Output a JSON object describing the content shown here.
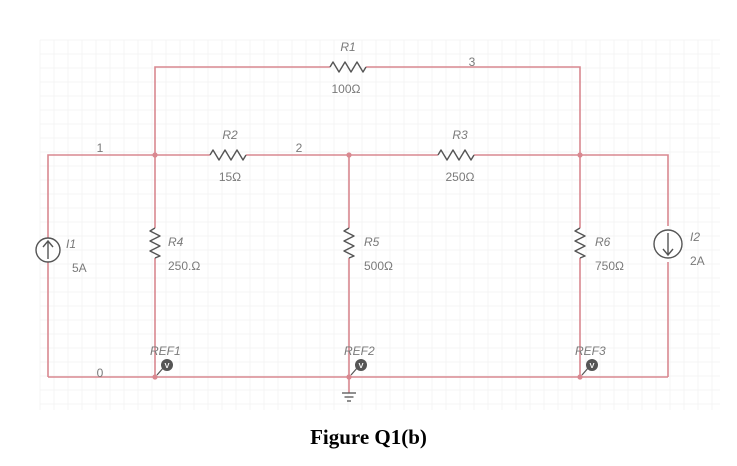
{
  "caption": "Figure Q1(b)",
  "colors": {
    "wire": "#d98890",
    "component": "#555555",
    "label": "#7a7a7a",
    "grid": "#eeeeee",
    "probe": "#555555"
  },
  "nodes": {
    "n0": "0",
    "n1": "1",
    "n2": "2",
    "n3": "3"
  },
  "resistors": {
    "R1": {
      "name": "R1",
      "value": "100Ω"
    },
    "R2": {
      "name": "R2",
      "value": "15Ω"
    },
    "R3": {
      "name": "R3",
      "value": "250Ω"
    },
    "R4": {
      "name": "R4",
      "value": "250.Ω"
    },
    "R5": {
      "name": "R5",
      "value": "500Ω"
    },
    "R6": {
      "name": "R6",
      "value": "750Ω"
    }
  },
  "sources": {
    "I1": {
      "name": "I1",
      "value": "5A"
    },
    "I2": {
      "name": "I2",
      "value": "2A"
    }
  },
  "probes": {
    "REF1": {
      "name": "REF1",
      "symbol": "V"
    },
    "REF2": {
      "name": "REF2",
      "symbol": "V"
    },
    "REF3": {
      "name": "REF3",
      "symbol": "V"
    }
  }
}
